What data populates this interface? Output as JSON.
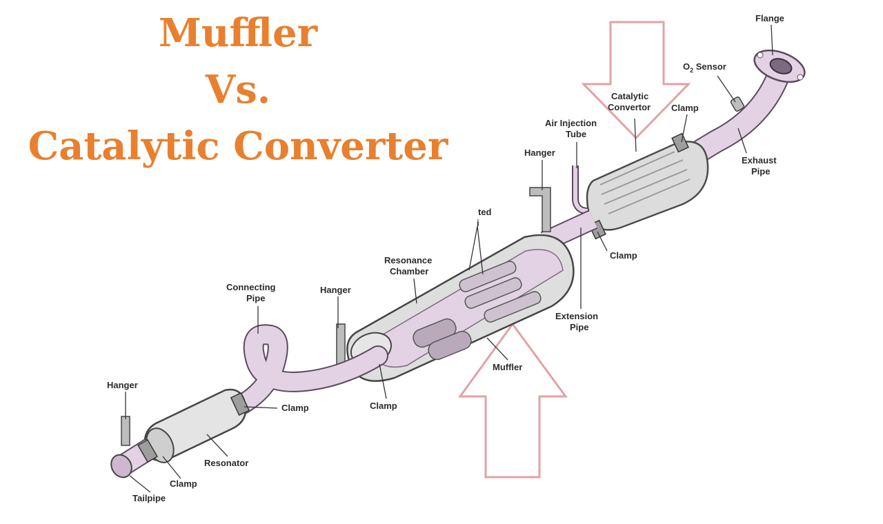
{
  "title": {
    "line1": "Muffler",
    "line2": "Vs.",
    "line3": "Catalytic Converter",
    "color": "#e8802f"
  },
  "colors": {
    "pipe_fill": "#e3d2e4",
    "pipe_stroke": "#5a4a5c",
    "body_fill": "#dcdcdc",
    "highlight_arrow_stroke": "#e2a1a6",
    "label_text": "#2b2b2b"
  },
  "labels": {
    "flange": "Flange",
    "o2_sensor": "O",
    "o2_sensor_sub": "2",
    "o2_sensor_rest": " Sensor",
    "catalytic_convertor_1": "Catalytic",
    "catalytic_convertor_2": "Convertor",
    "clamp_top": "Clamp",
    "air_injection_1": "Air Injection",
    "air_injection_2": "Tube",
    "exhaust_pipe_1": "Exhaust",
    "exhaust_pipe_2": "Pipe",
    "hanger_top": "Hanger",
    "clamp_mid_right": "Clamp",
    "partial_ted": "ted",
    "partial_i": "i",
    "resonance_chamber_1": "Resonance",
    "resonance_chamber_2": "Chamber",
    "extension_pipe_1": "Extension",
    "extension_pipe_2": "Pipe",
    "connecting_pipe_1": "Connecting",
    "connecting_pipe_2": "Pipe",
    "hanger_mid": "Hanger",
    "muffler": "Muffler",
    "clamp_mid": "Clamp",
    "clamp_center": "Clamp",
    "hanger_bottom": "Hanger",
    "resonator": "Resonator",
    "clamp_bottom": "Clamp",
    "tailpipe": "Tailpipe"
  }
}
